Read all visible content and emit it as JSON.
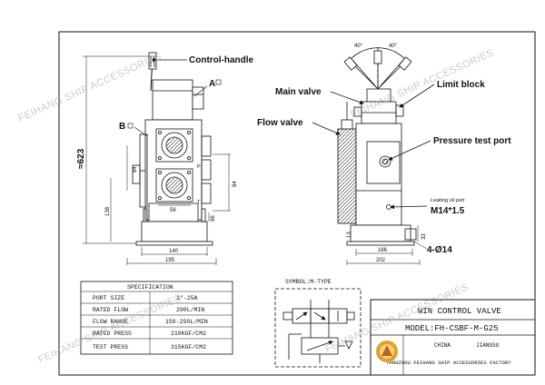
{
  "callouts": {
    "control_handle": "Control-handle",
    "main_valve": "Main valve",
    "limit_block": "Limit block",
    "flow_valve": "Flow valve",
    "pressure_test_port": "Pressure test port",
    "leaking_oil_port": "Leaking oil port",
    "leak_thread": "M14*1.5",
    "port_a": "A",
    "port_b": "B",
    "port_p": "P",
    "port_t": "T"
  },
  "dimensions": {
    "overall_height": "≈623",
    "angle_left": "40°",
    "angle_right": "40°",
    "front_140": "140",
    "front_195": "195",
    "front_138": "138",
    "front_84a": "84",
    "front_84b": "84",
    "front_96": "96",
    "front_56": "56",
    "side_166": "166",
    "side_202": "202",
    "side_33": "33",
    "side_13": "13",
    "side_holes": "4-Ø14"
  },
  "symbol": {
    "title": "SYMBOL:M-TYPE"
  },
  "spec": {
    "title": "SPECIFICATION",
    "rows": [
      {
        "name": "PORT SIZE",
        "value": "1\"-25A"
      },
      {
        "name": "RATED FLOW",
        "value": "200L/MIN"
      },
      {
        "name": "FLOW RANGE",
        "value": "150-250L/MIN"
      },
      {
        "name": "RATED PRESS",
        "value": "210KGF/CM2"
      },
      {
        "name": "TEST PRESS",
        "value": "315KGF/CM2"
      }
    ]
  },
  "title_block": {
    "title": "WIN CONTROL VALVE",
    "model": "MODEL:FH-CSBF-M-G25",
    "country": "CHINA",
    "province": "JIANGSU",
    "company": "YANGZHOU FEIHANG SHIP ACCESSORIES FACTORY"
  },
  "watermark": "FEIHANG SHIP ACCESSORIES"
}
